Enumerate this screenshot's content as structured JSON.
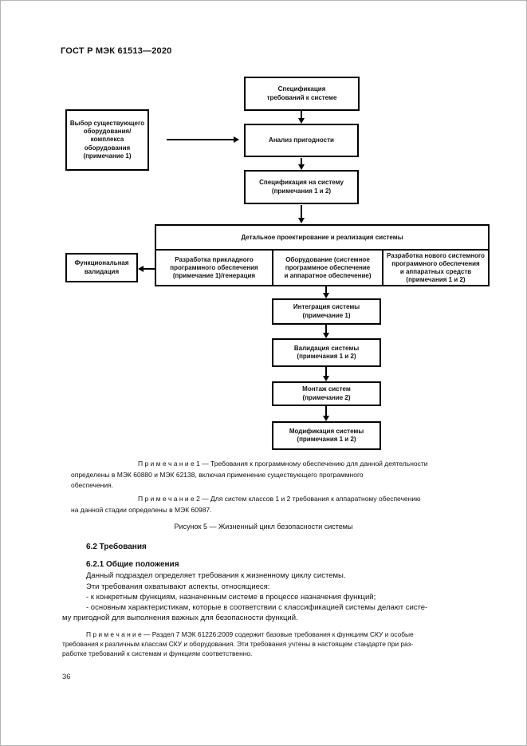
{
  "page": {
    "header": "ГОСТ Р МЭК 61513—2020",
    "page_number": "36"
  },
  "figure": {
    "caption": "Рисунок 5 — Жизненный цикл безопасности системы",
    "boxes": {
      "spec_req": "Спецификация\nтребований к системе",
      "select_equipment": "Выбор существующего\nоборудования/\nкомплекса оборудования\n(примечание 1)",
      "analysis": "Анализ пригодности",
      "spec_system": "Спецификация на систему\n(примечания 1 и 2)",
      "detail_header": "Детальное проектирование и реализация системы",
      "detail_cell_app_sw": "Разработка прикладного\nпрограммного обеспечения\n(примечание 1)/генерация",
      "detail_cell_equipment": "Оборудование (системное\nпрограммное обеспечение\nи аппаратное обеспечение)",
      "detail_cell_new_sw": "Разработка нового системного\nпрограммного обеспечения\nи аппаратных средств\n(примечания 1 и 2)",
      "func_validation": "Функциональная\nвалидация",
      "integration": "Интеграция системы\n(примечание 1)",
      "validation": "Валидация системы\n(примечания 1 и 2)",
      "installation": "Монтаж систем\n(примечание 2)",
      "modification": "Модификация системы\n(примечания 1 и 2)"
    },
    "notes": {
      "n1_l1": "П р и м е ч а н и е  1 — Требования к программному обеспечению для данной деятельности",
      "n1_l2": "определены в МЭК 60880 и МЭК 62138, включая применение существующего программного",
      "n1_l3": "обеспечения.",
      "n2_l1": "П р и м е ч а н и е  2 — Для систем классов 1 и 2 требования к аппаратному обеспечению",
      "n2_l2": "на данной стадии определены в МЭК 60987."
    }
  },
  "sections": {
    "s62": "6.2 Требования",
    "s621": "6.2.1 Общие положения"
  },
  "body": {
    "p1": "Данный подраздел определяет требования к жизненному циклу системы.",
    "p2": "Эти требования охватывают аспекты, относящиеся:",
    "p3": "- к конкретным функциям, назначенным системе в процессе назначения функций;",
    "p4_l1": "- основным характеристикам, которые в соответствии с классификацией системы делают систе-",
    "p4_l2": "му пригодной для выполнения важных для безопасности функций.",
    "note_l1": "П р и м е ч а н и е  — Раздел 7 МЭК 61226:2009 содержит базовые требования к функциям СКУ и особые",
    "note_l2": "требования к различным классам СКУ и оборудования. Эти требования учтены в настоящем стандарте при раз-",
    "note_l3": "работке требований к системам и функциям соответственно."
  }
}
